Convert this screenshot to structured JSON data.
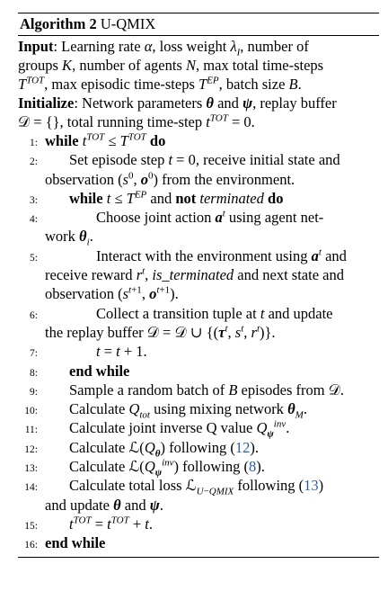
{
  "caption": {
    "label": "Algorithm 2",
    "name": "U-QMIX"
  },
  "input": {
    "label": "Input",
    "text_line1": ": Learning rate α, loss weight λI, number of",
    "text_line2": "groups K, number of agents N, max total time-steps",
    "text_line3": "TTOT, max episodic time-steps TEP, batch size B."
  },
  "initialize": {
    "label": "Initialize",
    "text_line1": ": Network parameters θ and ψ, replay buffer",
    "text_line2": "D = {}, total running time-step tTOT = 0."
  },
  "lines": [
    {
      "num": "1:",
      "text": "while tTOT ≤ TTOT do"
    },
    {
      "num": "2:",
      "text": "Set episode step t = 0, receive initial state and observation (s0, o0) from the environment."
    },
    {
      "num": "3:",
      "text": "while t ≤ TEP and not terminated do"
    },
    {
      "num": "4:",
      "text": "Choose joint action at using agent network θi."
    },
    {
      "num": "5:",
      "text": "Interact with the environment using at and receive reward rt, is_terminated and next state and observation (st+1, ot+1)."
    },
    {
      "num": "6:",
      "text": "Collect a transition tuple at t and update the replay buffer D = D ∪ {(τt, st, rt)}."
    },
    {
      "num": "7:",
      "text": "t = t + 1."
    },
    {
      "num": "8:",
      "text": "end while"
    },
    {
      "num": "9:",
      "text": "Sample a random batch of B episodes from D."
    },
    {
      "num": "10:",
      "text": "Calculate Qtot using mixing network θM."
    },
    {
      "num": "11:",
      "text": "Calculate joint inverse Q value Qψinv."
    },
    {
      "num": "12:",
      "text": "Calculate L(Qθ) following (12)."
    },
    {
      "num": "13:",
      "text": "Calculate L(Qψinv) following (8)."
    },
    {
      "num": "14:",
      "text": "Calculate total loss LU−QMIX following (13) and update θ and ψ."
    },
    {
      "num": "15:",
      "text": "tTOT = tTOT + t."
    },
    {
      "num": "16:",
      "text": "end while"
    }
  ],
  "colors": {
    "citation": "#2a5db0"
  }
}
